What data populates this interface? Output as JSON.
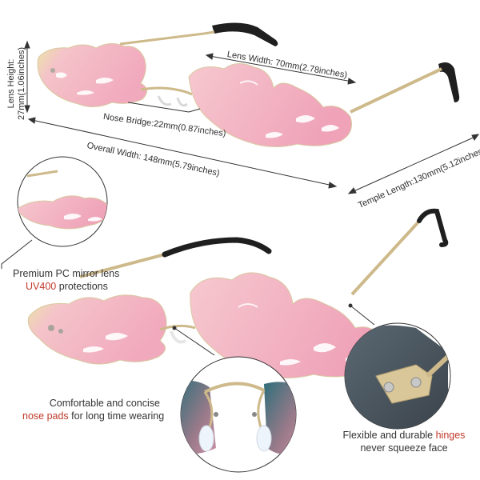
{
  "dimensions": {
    "lens_height_line1": "Lens Height:",
    "lens_height_line2": "27mm(1.06inches)",
    "lens_width": "Lens Width: 70mm(2.78inches)",
    "nose_bridge": "Nose Bridge:22mm(0.87inches)",
    "overall_width": "Overall Width: 148mm(5.79inches)",
    "temple_length": "Temple Length:130mm(5.12inches)"
  },
  "features": {
    "lens": {
      "line1": "Premium PC mirror lens",
      "highlight": "UV400",
      "rest": " protections"
    },
    "nose": {
      "line1": "Comfortable and concise",
      "highlight": "nose pads",
      "rest": " for long time wearing"
    },
    "hinge": {
      "pre": "Flexible and durable ",
      "highlight": "hinges",
      "line2": "never squeeze face"
    }
  },
  "colors": {
    "lens_pink": "#f2b3c4",
    "lens_edge": "#e9e3ae",
    "frame_gold": "#cdb98a",
    "temple_tip": "#1f1f1f",
    "highlight": "#c0392b"
  }
}
